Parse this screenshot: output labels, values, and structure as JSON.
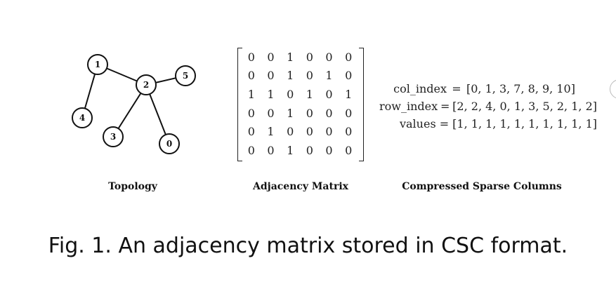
{
  "figure": {
    "topology": {
      "label": "Topology",
      "nodes": [
        {
          "id": "0"
        },
        {
          "id": "1"
        },
        {
          "id": "2"
        },
        {
          "id": "3"
        },
        {
          "id": "4"
        },
        {
          "id": "5"
        }
      ],
      "edges": [
        [
          "1",
          "2"
        ],
        [
          "1",
          "4"
        ],
        [
          "2",
          "5"
        ],
        [
          "2",
          "3"
        ],
        [
          "2",
          "0"
        ]
      ]
    },
    "matrix": {
      "label": "Adjacency Matrix",
      "rows": [
        [
          "0",
          "0",
          "1",
          "0",
          "0",
          "0"
        ],
        [
          "0",
          "0",
          "1",
          "0",
          "1",
          "0"
        ],
        [
          "1",
          "1",
          "0",
          "1",
          "0",
          "1"
        ],
        [
          "0",
          "0",
          "1",
          "0",
          "0",
          "0"
        ],
        [
          "0",
          "1",
          "0",
          "0",
          "0",
          "0"
        ],
        [
          "0",
          "0",
          "1",
          "0",
          "0",
          "0"
        ]
      ]
    },
    "csc": {
      "label": "Compressed Sparse Columns",
      "rows": [
        {
          "name": "col_index",
          "eq": "=",
          "value": "[0, 1, 3, 7, 8, 9, 10]"
        },
        {
          "name": "row_index",
          "eq": "=",
          "value": "[2, 2, 4, 0, 1, 3, 5, 2, 1, 2]"
        },
        {
          "name": "values",
          "eq": "=",
          "value": "[1, 1, 1, 1, 1, 1, 1, 1, 1, 1]"
        }
      ]
    },
    "caption": "Fig. 1.  An adjacency matrix stored in CSC format."
  }
}
